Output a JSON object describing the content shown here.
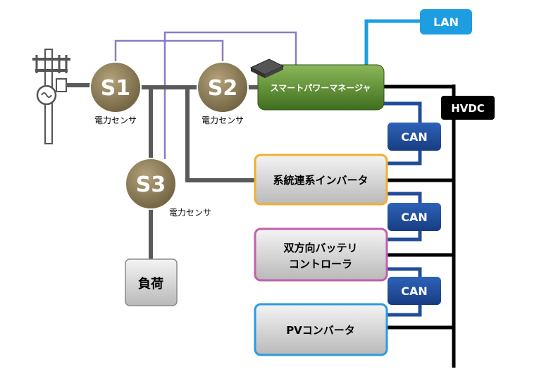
{
  "sensors": {
    "s1": {
      "label": "S1",
      "caption": "電力センサ"
    },
    "s2": {
      "label": "S2",
      "caption": "電力センサ"
    },
    "s3": {
      "label": "S3",
      "caption": "電力センサ"
    }
  },
  "manager": {
    "label": "スマートパワーマネージャ"
  },
  "lan": {
    "label": "LAN"
  },
  "hvdc": {
    "label": "HVDC"
  },
  "can": {
    "label": "CAN"
  },
  "grid_inverter": {
    "label": "系統連系インバータ"
  },
  "battery_controller": {
    "line1": "双方向バッテリ",
    "line2": "コントローラ"
  },
  "pv_converter": {
    "label": "PVコンバータ"
  },
  "load": {
    "label": "負荷"
  },
  "colors": {
    "sensor": "#8b7a57",
    "ac_line": "#5a5a5a",
    "signal_line": "#8a7cc0",
    "lan": "#1e9de0",
    "can_box": "#1f4d9a",
    "dc_bus": "#000000",
    "manager": "#5b8a30",
    "inverter_border": "#f0b030",
    "battery_border": "#c060b0",
    "pv_border": "#2a9be0"
  }
}
